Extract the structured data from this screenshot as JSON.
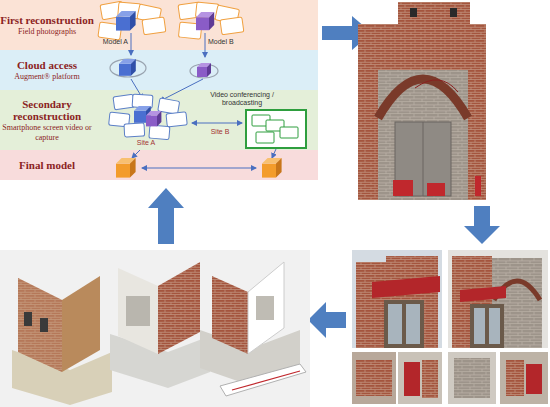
{
  "diagram": {
    "nodes": [
      {
        "text": [
          "First reconstruction",
          "Field photographs"
        ]
      },
      {
        "text": [
          "Cloud access",
          "Augment® platform"
        ]
      },
      {
        "text": [
          "Secondary reconstruction",
          "Smartphone screen video or capture"
        ]
      },
      {
        "text": [
          "Final model"
        ]
      }
    ],
    "labels": [
      "Model A",
      "Model B",
      "Video conferencing / broadcasting",
      "Site A",
      "Site B"
    ]
  }
}
